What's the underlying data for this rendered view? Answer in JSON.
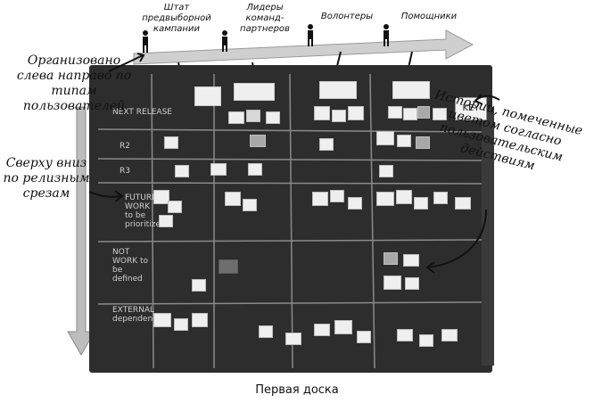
{
  "caption": "Первая доска",
  "personas": [
    {
      "label": "Штат предвыборной кампании"
    },
    {
      "label": "Лидеры команд-партнеров"
    },
    {
      "label": "Волонтеры"
    },
    {
      "label": "Помощники"
    }
  ],
  "annotations": {
    "left_to_right": "Организовано слева направо по типам пользователей",
    "top_to_bottom": "Сверху вниз по релизным срезам",
    "color_coded": "Истории, помеченные цветом согласно пользовательским действиям"
  },
  "board": {
    "key_label": "KEY",
    "row_labels": [
      "NEXT RELEASE",
      "R2",
      "R3",
      "FUTURE WORK to be prioritized",
      "NOT WORK to be defined",
      "EXTERNAL dependencies"
    ]
  }
}
